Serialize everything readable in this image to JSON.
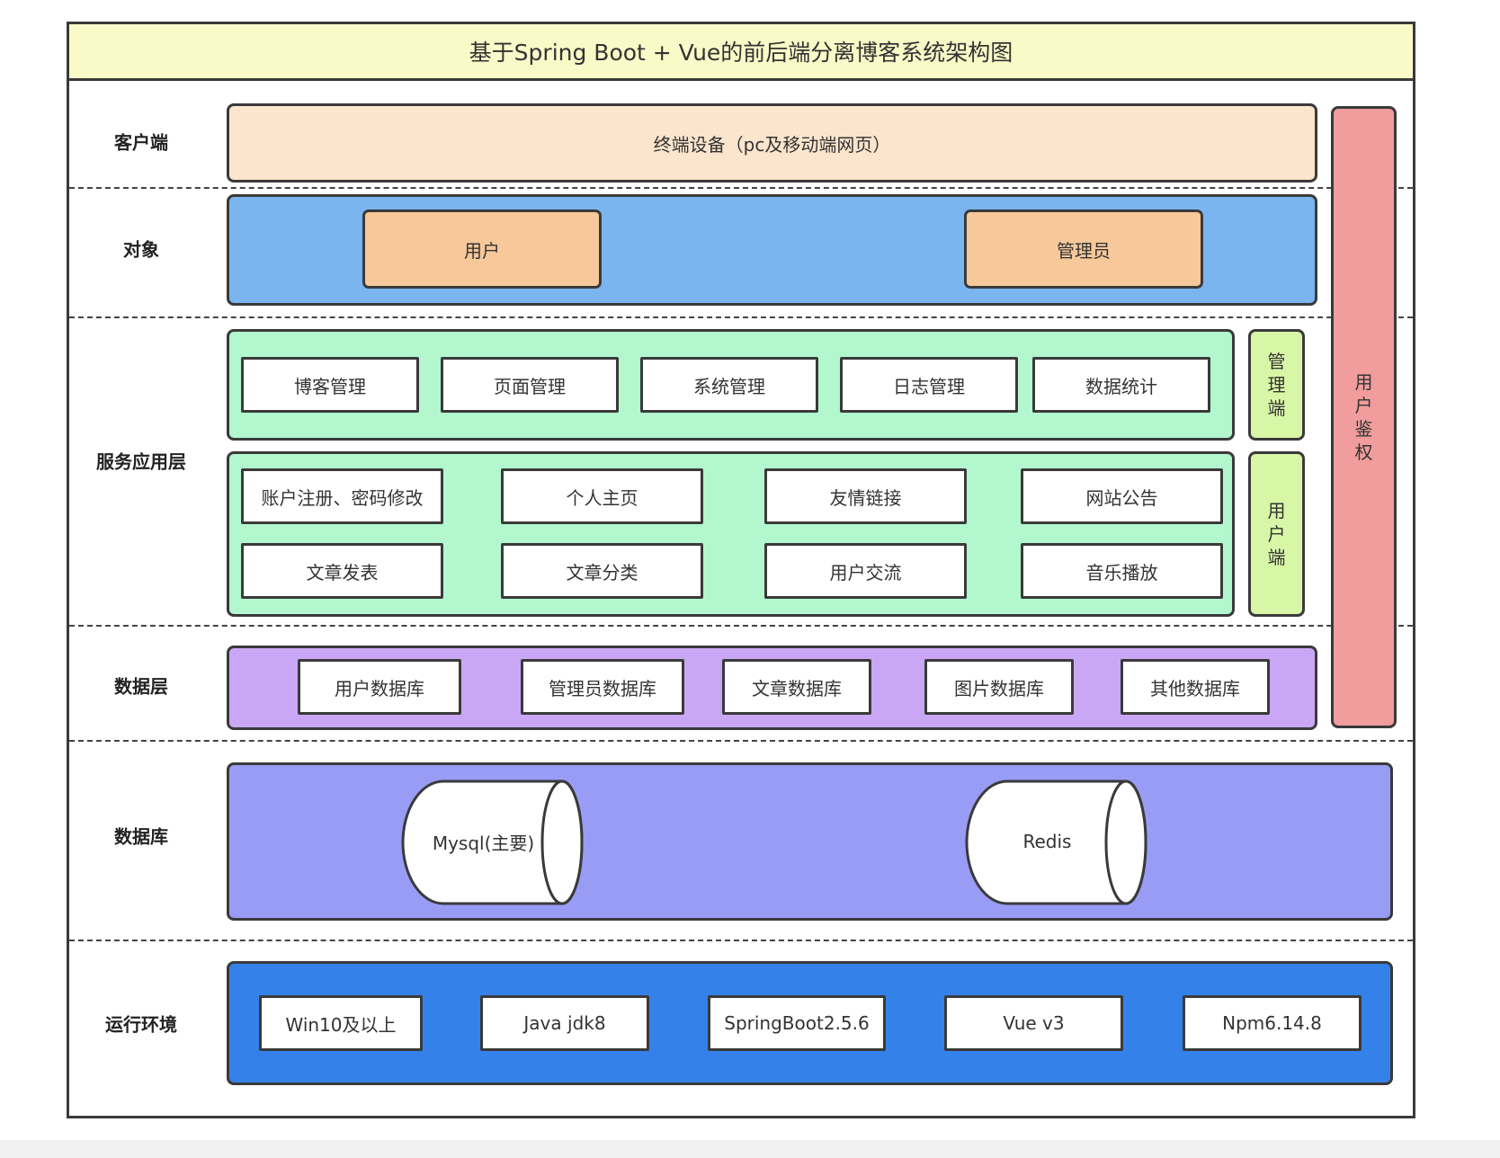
{
  "title": "基于Spring Boot + Vue的前后端分离博客系统架构图",
  "colors": {
    "title_bg": "#fafac8",
    "client_bg": "#fbe5cd",
    "object_bg": "#7ab5f0",
    "object_box": "#f6c89a",
    "service_bg": "#b3f7cf",
    "side_bg": "#d7f7a7",
    "data_layer_bg": "#c9a7f5",
    "database_bg": "#999cf5",
    "runtime_bg": "#3581ea",
    "auth_bg": "#f19d9d"
  },
  "layers": {
    "client": "客户端",
    "object": "对象",
    "service": "服务应用层",
    "data": "数据层",
    "database": "数据库",
    "runtime": "运行环境"
  },
  "client": {
    "device": "终端设备（pc及移动端网页）"
  },
  "objects": [
    "用户",
    "管理员"
  ],
  "admin_services": [
    "博客管理",
    "页面管理",
    "系统管理",
    "日志管理",
    "数据统计"
  ],
  "admin_side": "管理端",
  "user_services_row1": [
    "账户注册、密码修改",
    "个人主页",
    "友情链接",
    "网站公告"
  ],
  "user_services_row2": [
    "文章发表",
    "文章分类",
    "用户交流",
    "音乐播放"
  ],
  "user_side": "用户端",
  "data_layer": [
    "用户数据库",
    "管理员数据库",
    "文章数据库",
    "图片数据库",
    "其他数据库"
  ],
  "databases": [
    "Mysql(主要)",
    "Redis"
  ],
  "runtime": [
    "Win10及以上",
    "Java jdk8",
    "SpringBoot2.5.6",
    "Vue v3",
    "Npm6.14.8"
  ],
  "auth": "用户鉴权"
}
